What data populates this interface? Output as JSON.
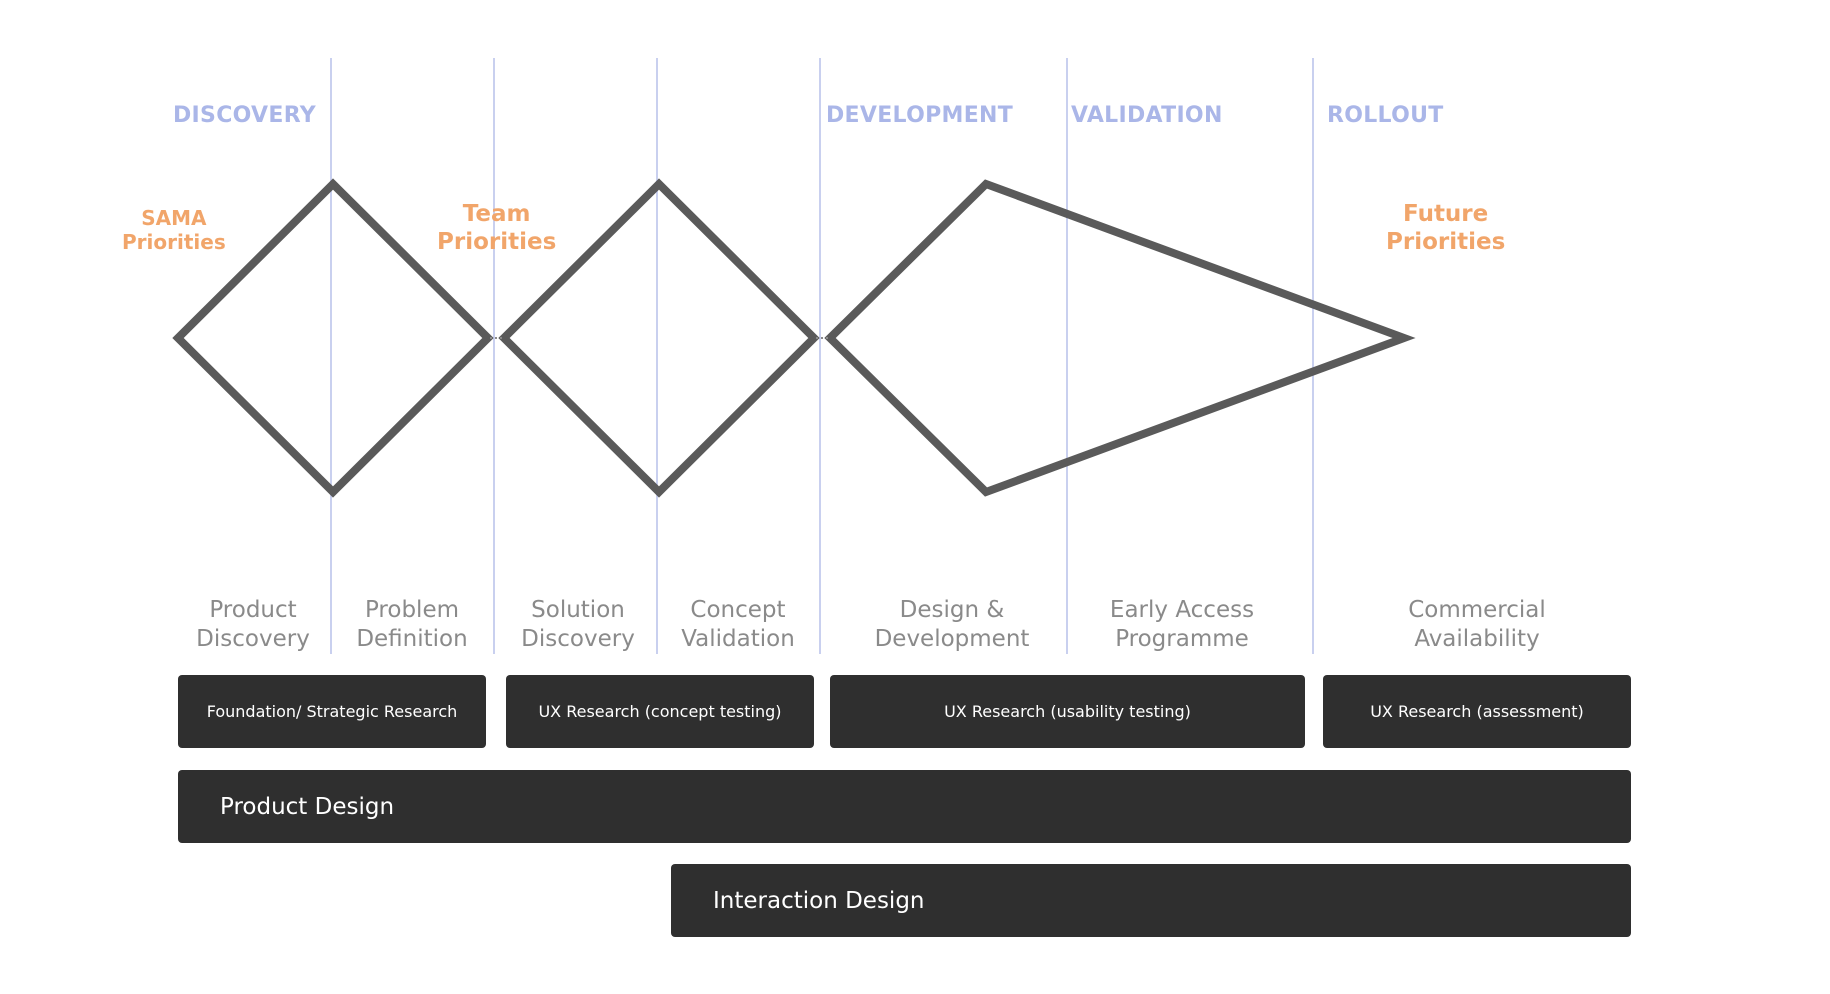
{
  "phases": {
    "discovery": "DISCOVERY",
    "development": "DEVELOPMENT",
    "validation": "VALIDATION",
    "rollout": "ROLLOUT"
  },
  "priorities": {
    "sama": [
      "SAMA",
      "Priorities"
    ],
    "team": [
      "Team",
      "Priorities"
    ],
    "future": [
      "Future",
      "Priorities"
    ]
  },
  "stages": [
    [
      "Product",
      "Discovery"
    ],
    [
      "Problem",
      "Definition"
    ],
    [
      "Solution",
      "Discovery"
    ],
    [
      "Concept",
      "Validation"
    ],
    [
      "Design &",
      "Development"
    ],
    [
      "Early Access",
      "Programme"
    ],
    [
      "Commercial",
      "Availability"
    ]
  ],
  "research_bars": [
    "Foundation/ Strategic Research",
    "UX Research (concept testing)",
    "UX Research (usability testing)",
    "UX Research (assessment)"
  ],
  "design_bars": {
    "product_design": "Product Design",
    "interaction_design": "Interaction Design"
  },
  "colors": {
    "phase_label": "#aab6e8",
    "priority_label": "#f1a56a",
    "stage_label": "#8a8a8a",
    "shape_stroke": "#5a5a5a",
    "divider": "#c9d0ef",
    "bar_fill": "#2f2f2f"
  }
}
